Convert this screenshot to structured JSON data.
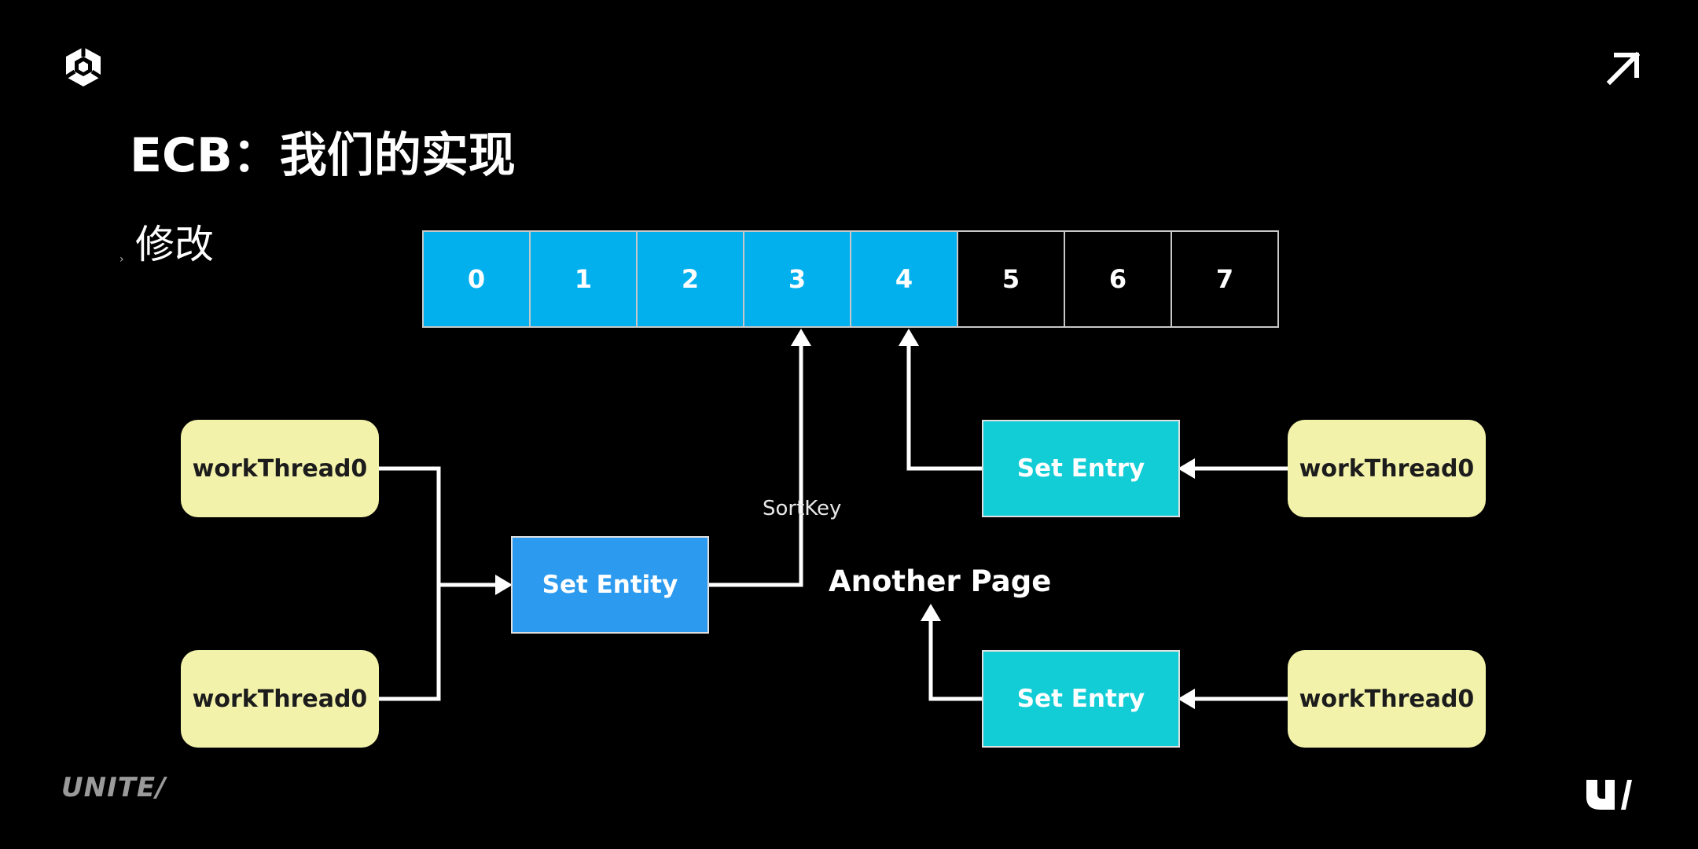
{
  "slide": {
    "title": "ECB：我们的实现",
    "bullet": "修改",
    "bullet_marker": "›",
    "brand": "UNITE/"
  },
  "diagram": {
    "cells": [
      {
        "label": "0",
        "filled": true
      },
      {
        "label": "1",
        "filled": true
      },
      {
        "label": "2",
        "filled": true
      },
      {
        "label": "3",
        "filled": true
      },
      {
        "label": "4",
        "filled": true
      },
      {
        "label": "5",
        "filled": false
      },
      {
        "label": "6",
        "filled": false
      },
      {
        "label": "7",
        "filled": false
      }
    ],
    "thread_label": "workThread0",
    "set_entity_label": "Set Entity",
    "set_entry_label": "Set Entry",
    "sortkey_label": "SortKey",
    "another_page_label": "Another Page"
  },
  "colors": {
    "background": "#000000",
    "filled_cell": "#03b0ee",
    "thread_box": "#f3f2aa",
    "set_entity": "#2c9aee",
    "set_entry": "#12cdd6",
    "arrow": "#ffffff"
  },
  "icons": {
    "top_left": "unity-logo-icon",
    "top_right": "arrow-up-right-icon",
    "bottom_right": "unite-u-logo-icon"
  }
}
